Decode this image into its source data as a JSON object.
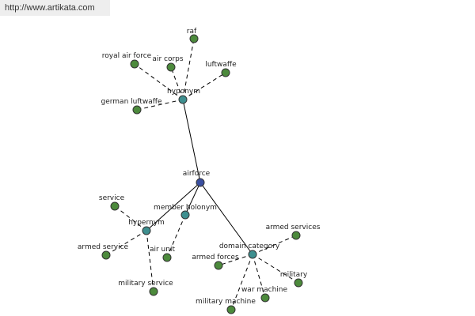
{
  "watermark": "http://www.artikata.com",
  "colors": {
    "root": "#3a4fa0",
    "relation": "#3e8f8f",
    "leaf": "#4c8a3c"
  },
  "root": {
    "label": "airforce"
  },
  "relations": [
    {
      "id": "r-top",
      "label": "hyponym"
    },
    {
      "id": "r-hyper",
      "label": "hypernym"
    },
    {
      "id": "r-member",
      "label": "member holonym"
    },
    {
      "id": "r-domain",
      "label": "domain category"
    }
  ],
  "leaves": [
    {
      "id": "raf",
      "label": "raf",
      "parent": "r-top"
    },
    {
      "id": "royal-air-force",
      "label": "royal air force",
      "parent": "r-top"
    },
    {
      "id": "air-corps",
      "label": "air corps",
      "parent": "r-top"
    },
    {
      "id": "luftwaffe",
      "label": "luftwaffe",
      "parent": "r-top"
    },
    {
      "id": "german-luftwaffe",
      "label": "german luftwaffe",
      "parent": "r-top"
    },
    {
      "id": "service",
      "label": "service",
      "parent": "r-hyper"
    },
    {
      "id": "armed-service",
      "label": "armed service",
      "parent": "r-hyper"
    },
    {
      "id": "military-service",
      "label": "military service",
      "parent": "r-hyper"
    },
    {
      "id": "air-unit",
      "label": "air unit",
      "parent": "r-member"
    },
    {
      "id": "armed-services",
      "label": "armed services",
      "parent": "r-domain"
    },
    {
      "id": "armed-forces",
      "label": "armed forces",
      "parent": "r-domain"
    },
    {
      "id": "military",
      "label": "military",
      "parent": "r-domain"
    },
    {
      "id": "war-machine",
      "label": "war machine",
      "parent": "r-domain"
    },
    {
      "id": "military-machine",
      "label": "military machine",
      "parent": "r-domain"
    }
  ]
}
